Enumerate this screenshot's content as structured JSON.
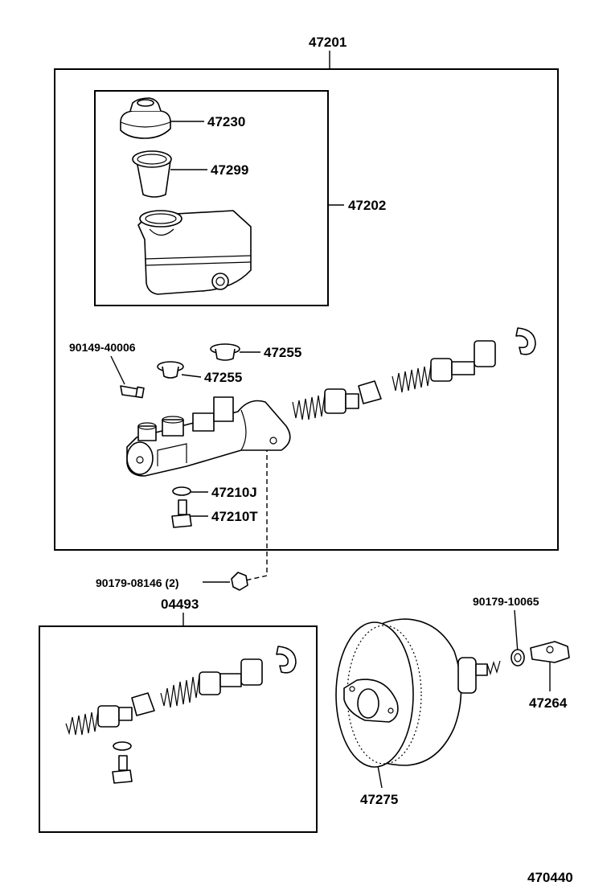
{
  "labels": {
    "p47201": "47201",
    "p47202": "47202",
    "p47230": "47230",
    "p47299": "47299",
    "p90149": "90149-40006",
    "p47255a": "47255",
    "p47255b": "47255",
    "p47210j": "47210J",
    "p47210t": "47210T",
    "p90179a": "90179-08146 (2)",
    "p04493": "04493",
    "p90179b": "90179-10065",
    "p47264": "47264",
    "p47275": "47275",
    "figure_no": "470440"
  }
}
